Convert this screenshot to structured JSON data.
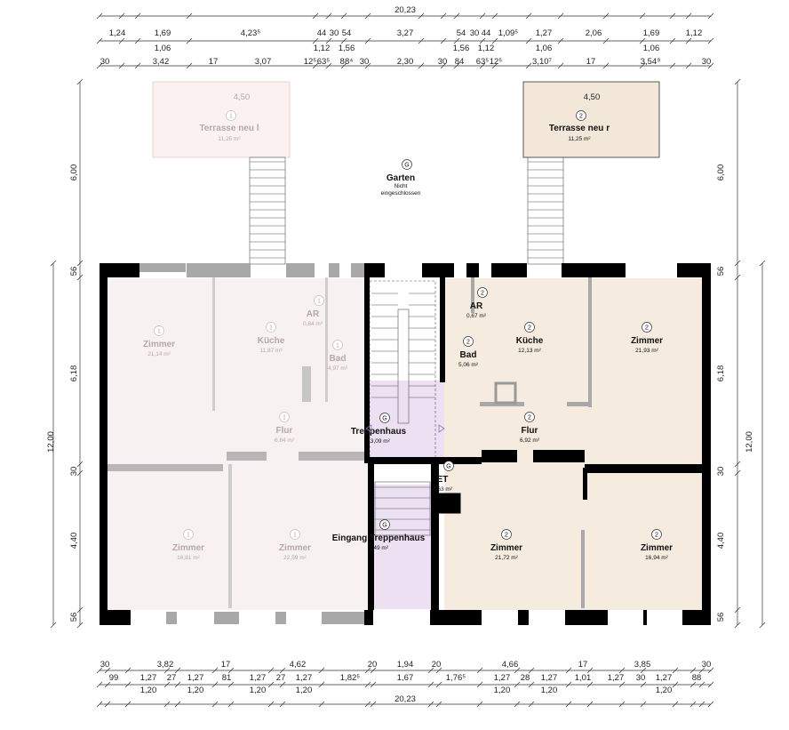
{
  "dimensions": {
    "top_total": "20,23",
    "top_row1": [
      "1,24",
      "1,69",
      "4,23⁵",
      "44",
      "30",
      "54",
      "3,27",
      "54",
      "30",
      "44",
      "1,09⁵",
      "1,27",
      "2,06",
      "1,69",
      "1,12"
    ],
    "top_row2": [
      "1,06",
      "1,12",
      "1,56",
      "1,56",
      "1,12",
      "1,06",
      "1,06"
    ],
    "top_row3": [
      "30",
      "3,42",
      "17",
      "3,07",
      "12⁵",
      "63⁵",
      "88⁴",
      "30",
      "2,30",
      "30",
      "84",
      "63⁵",
      "12⁵",
      "3,10⁷",
      "17",
      "3,54⁹",
      "30"
    ],
    "bottom_row1": [
      "30",
      "3,82",
      "17",
      "4,62",
      "20",
      "1,94",
      "20",
      "4,66",
      "17",
      "3,85",
      "30"
    ],
    "bottom_row2": [
      "99",
      "1,27",
      "27",
      "1,27",
      "81",
      "1,27",
      "27",
      "1,27",
      "1,82⁵",
      "1,67",
      "1,76⁵",
      "1,27",
      "28",
      "1,27",
      "1,01",
      "1,27",
      "30",
      "1,27",
      "88"
    ],
    "bottom_row3": [
      "1,20",
      "1,20",
      "1,20",
      "1,20",
      "1,20",
      "1,20",
      "1,20"
    ],
    "bottom_total": "20,23",
    "left": [
      "6,00",
      "56",
      "6,18",
      "12,00",
      "30",
      "4,40",
      "56"
    ],
    "right": [
      "6,00",
      "56",
      "6,18",
      "12,00",
      "30",
      "4,40",
      "56"
    ]
  },
  "rooms": [
    {
      "id": "terrasse_l",
      "num": "1",
      "name": "Terrasse neu l",
      "area": "11,25 m²",
      "width_label": "4,50",
      "faded": true
    },
    {
      "id": "terrasse_r",
      "num": "2",
      "name": "Terrasse neu r",
      "area": "11,25 m²",
      "width_label": "4,50",
      "faded": false
    },
    {
      "id": "garten",
      "num": "G",
      "name": "Garten",
      "note": "Nicht eingeschlossen"
    },
    {
      "id": "zimmer1a",
      "num": "1",
      "name": "Zimmer",
      "area": "21,14 m²",
      "faded": true
    },
    {
      "id": "kueche1",
      "num": "1",
      "name": "Küche",
      "area": "11,87 m²",
      "faded": true
    },
    {
      "id": "ar1",
      "num": "1",
      "name": "AR",
      "area": "0,84 m²",
      "faded": true
    },
    {
      "id": "bad1",
      "num": "1",
      "name": "Bad",
      "area": "4,97 m²",
      "faded": true
    },
    {
      "id": "flur1",
      "num": "1",
      "name": "Flur",
      "area": "6,84 m²",
      "faded": true
    },
    {
      "id": "zimmer1b",
      "num": "1",
      "name": "Zimmer",
      "area": "16,81 m²",
      "faded": true
    },
    {
      "id": "zimmer1c",
      "num": "1",
      "name": "Zimmer",
      "area": "22,59 m²",
      "faded": true
    },
    {
      "id": "treppenhaus",
      "num": "G",
      "name": "Treppenhaus",
      "area": "13,09 m²"
    },
    {
      "id": "eingang",
      "num": "G",
      "name": "Eingang Treppenhaus",
      "area": "9,49 m²"
    },
    {
      "id": "et",
      "num": "G",
      "name": "ET",
      "area": "0,63 m²"
    },
    {
      "id": "ar2",
      "num": "2",
      "name": "AR",
      "area": "0,67 m²"
    },
    {
      "id": "bad2",
      "num": "2",
      "name": "Bad",
      "area": "5,06 m²"
    },
    {
      "id": "kueche2",
      "num": "2",
      "name": "Küche",
      "area": "12,13 m²"
    },
    {
      "id": "zimmer2a",
      "num": "2",
      "name": "Zimmer",
      "area": "21,93 m²"
    },
    {
      "id": "flur2",
      "num": "2",
      "name": "Flur",
      "area": "6,92 m²"
    },
    {
      "id": "zimmer2b",
      "num": "2",
      "name": "Zimmer",
      "area": "21,72 m²"
    },
    {
      "id": "zimmer2c",
      "num": "2",
      "name": "Zimmer",
      "area": "16,94 m²"
    }
  ],
  "colors": {
    "unit1_fill": "#f7f1f1",
    "unit2_fill": "#f5ecdf",
    "terrace_r_fill": "#f2e7d8",
    "terrace_l_fill": "#fbf1f1",
    "stair_fill": "#ece0f2",
    "wall": "#000000",
    "light_wall": "#a8a8a8"
  }
}
